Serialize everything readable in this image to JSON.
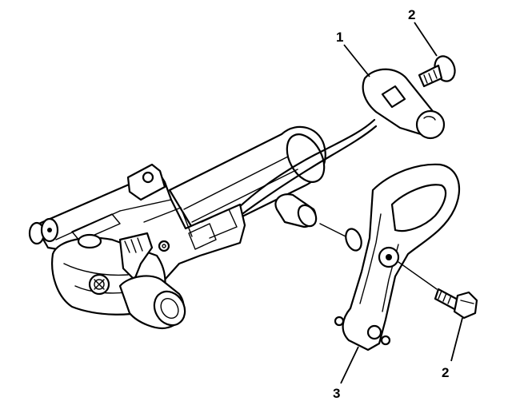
{
  "callouts": {
    "c1": "1",
    "c2_top": "2",
    "c2_bottom": "2",
    "c3": "3"
  }
}
